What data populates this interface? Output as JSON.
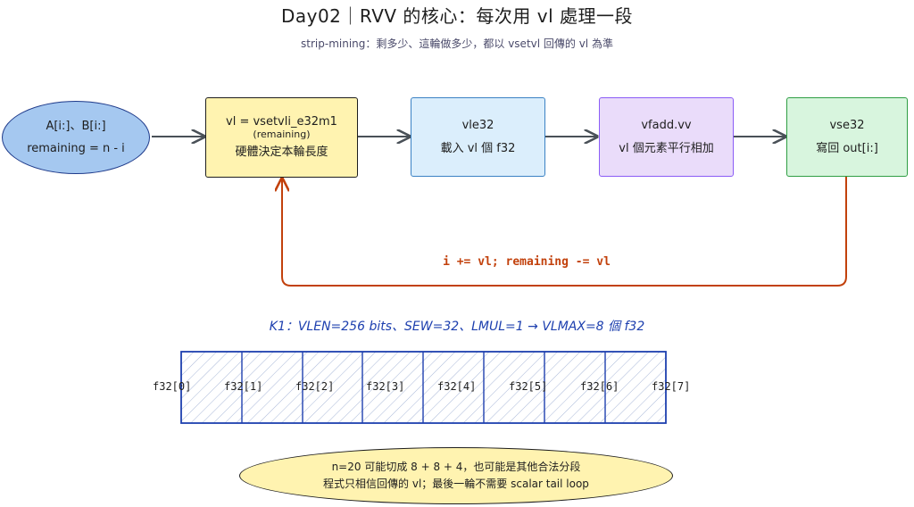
{
  "title": "Day02｜RVV 的核心：每次用 vl 處理一段",
  "subtitle": "strip-mining：剩多少、這輪做多少，都以 vsetvl 回傳的 vl 為準",
  "start": {
    "line1": "A[i:]、B[i:]",
    "line2": "remaining = n - i"
  },
  "steps": [
    {
      "line1": "vl = vsetvli_e32m1",
      "line1b": "(remaining)",
      "line2": "硬體決定本輪長度"
    },
    {
      "line1": "vle32",
      "line2": "載入 vl 個 f32"
    },
    {
      "line1": "vfadd.vv",
      "line2": "vl 個元素平行相加"
    },
    {
      "line1": "vse32",
      "line2": "寫回 out[i:]"
    }
  ],
  "loop_label": "i += vl;  remaining -= vl",
  "k1_label": "K1：VLEN=256 bits、SEW=32、LMUL=1 → VLMAX=8 個 f32",
  "lanes": [
    "f32[0]",
    "f32[1]",
    "f32[2]",
    "f32[3]",
    "f32[4]",
    "f32[5]",
    "f32[6]",
    "f32[7]"
  ],
  "note": {
    "line1": "n=20 可能切成 8 + 8 + 4，也可能是其他合法分段",
    "line2": "程式只相信回傳的 vl；最後一輪不需要 scalar tail loop"
  },
  "colors": {
    "start_fill": "#a5c8f0",
    "start_stroke": "#1e3a8a",
    "step_fills": [
      "#fff3b0",
      "#dbeefc",
      "#eadcfa",
      "#d8f5de"
    ],
    "step_strokes": [
      "#1e1e1e",
      "#3b82c4",
      "#8b5cf6",
      "#2f9e44"
    ],
    "arrow": "#495057",
    "loop": "#c2410c",
    "lane_stroke": "#1e40af"
  }
}
